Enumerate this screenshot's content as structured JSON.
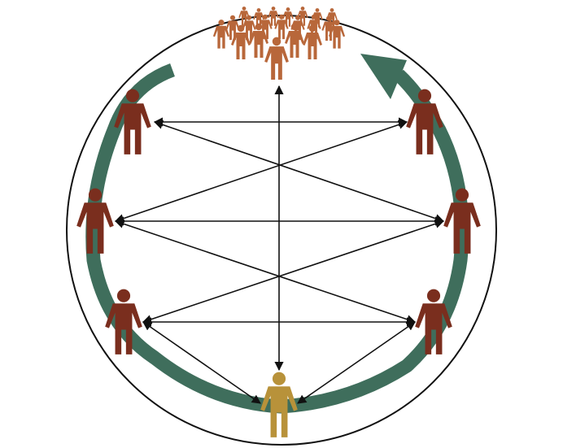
{
  "colors": {
    "background": "#ffffff",
    "outer_circle": "#111111",
    "cycle_arrow": "#3f6e5c",
    "connection_lines": "#111111",
    "person_dark": "#7a2e1e",
    "person_highlight": "#b8923a",
    "crowd": "#b8673a"
  },
  "icons": {
    "person": "person-icon",
    "crowd": "crowd-icon",
    "cycle_arrow": "curved-arrow-icon"
  },
  "nodes": [
    {
      "id": "top-left",
      "kind": "person",
      "color": "person_dark"
    },
    {
      "id": "top-right",
      "kind": "person",
      "color": "person_dark"
    },
    {
      "id": "middle-left",
      "kind": "person",
      "color": "person_dark"
    },
    {
      "id": "middle-right",
      "kind": "person",
      "color": "person_dark"
    },
    {
      "id": "lower-left",
      "kind": "person",
      "color": "person_dark"
    },
    {
      "id": "lower-right",
      "kind": "person",
      "color": "person_dark"
    },
    {
      "id": "bottom",
      "kind": "person",
      "color": "person_highlight"
    },
    {
      "id": "crowd",
      "kind": "crowd",
      "color": "crowd"
    }
  ],
  "connections": [
    [
      "top-left",
      "top-right"
    ],
    [
      "top-left",
      "middle-right"
    ],
    [
      "top-right",
      "middle-left"
    ],
    [
      "middle-left",
      "middle-right"
    ],
    [
      "middle-left",
      "lower-right"
    ],
    [
      "middle-right",
      "lower-left"
    ],
    [
      "lower-left",
      "lower-right"
    ],
    [
      "lower-left",
      "bottom"
    ],
    [
      "lower-right",
      "bottom"
    ],
    [
      "crowd",
      "bottom"
    ]
  ]
}
